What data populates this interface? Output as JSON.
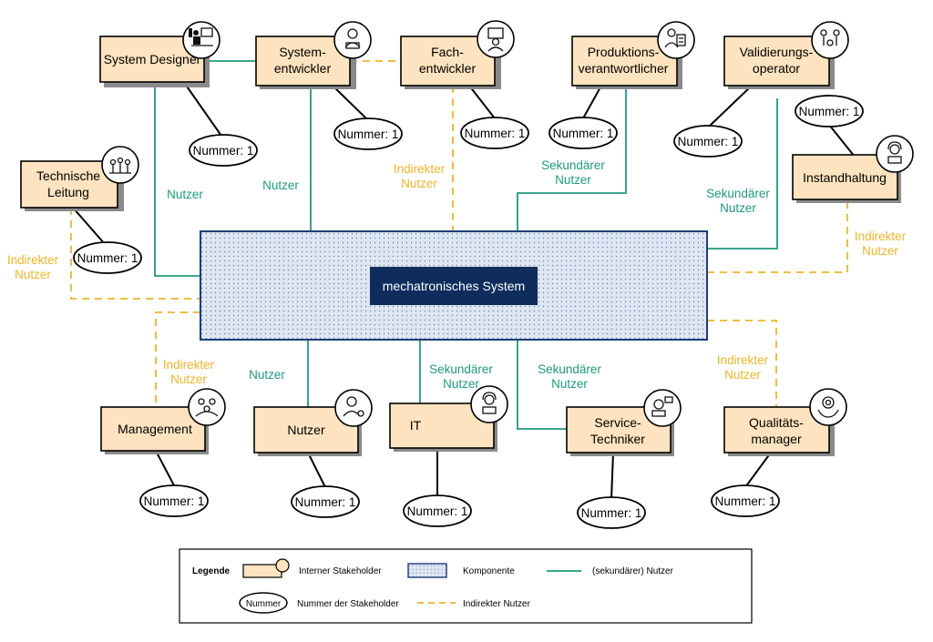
{
  "system": {
    "label": "mechatronisches System"
  },
  "stakeholders": {
    "system_designer": {
      "lines": [
        "System Designer"
      ],
      "number": "Nummer: 1"
    },
    "systementwickler": {
      "lines": [
        "System-",
        "entwickler"
      ],
      "number": "Nummer: 1"
    },
    "fachentwickler": {
      "lines": [
        "Fach-",
        "entwickler"
      ],
      "number": "Nummer: 1"
    },
    "produktion": {
      "lines": [
        "Produktions-",
        "verantwortlicher"
      ],
      "number": "Nummer: 1"
    },
    "validierung": {
      "lines": [
        "Validierungs-",
        "operator"
      ],
      "number": "Nummer: 1"
    },
    "technische_leitung": {
      "lines": [
        "Technische",
        "Leitung"
      ],
      "number": "Nummer: 1"
    },
    "instandhaltung": {
      "lines": [
        "Instandhaltung"
      ],
      "number": "Nummer: 1"
    },
    "management": {
      "lines": [
        "Management"
      ],
      "number": "Nummer: 1"
    },
    "nutzer": {
      "lines": [
        "Nutzer"
      ],
      "number": "Nummer: 1"
    },
    "it": {
      "lines": [
        "IT"
      ],
      "number": "Nummer: 1"
    },
    "service": {
      "lines": [
        "Service-",
        "Techniker"
      ],
      "number": "Nummer: 1"
    },
    "qualitaet": {
      "lines": [
        "Qualitäts-",
        "manager"
      ],
      "number": "Nummer: 1"
    }
  },
  "connections": {
    "nutzer": "Nutzer",
    "sekundaer": [
      "Sekundärer",
      "Nutzer"
    ],
    "indirekt": [
      "Indirekter",
      "Nutzer"
    ]
  },
  "legend": {
    "title": "Legende",
    "internal": "Interner Stakeholder",
    "component": "Komponente",
    "user_line": "(sekundärer) Nutzer",
    "number_sample": "Nummer",
    "number_desc": "Nummer der Stakeholder",
    "indirect_line": "Indirekter Nutzer"
  },
  "colors": {
    "box": "#fde3bf",
    "system_fill": "#dde6f2",
    "system_label_bg": "#0f2d5c",
    "user_line": "#1f9a7e",
    "indirect_line": "#f0b429"
  },
  "icons": [
    "desk-worker-icon",
    "developer-icon",
    "laptop-developer-icon",
    "checklist-manager-icon",
    "team-operator-icon",
    "team-lead-icon",
    "headset-support-icon",
    "group-management-icon",
    "user-settings-icon",
    "it-support-icon",
    "service-chat-icon",
    "quality-award-icon"
  ]
}
